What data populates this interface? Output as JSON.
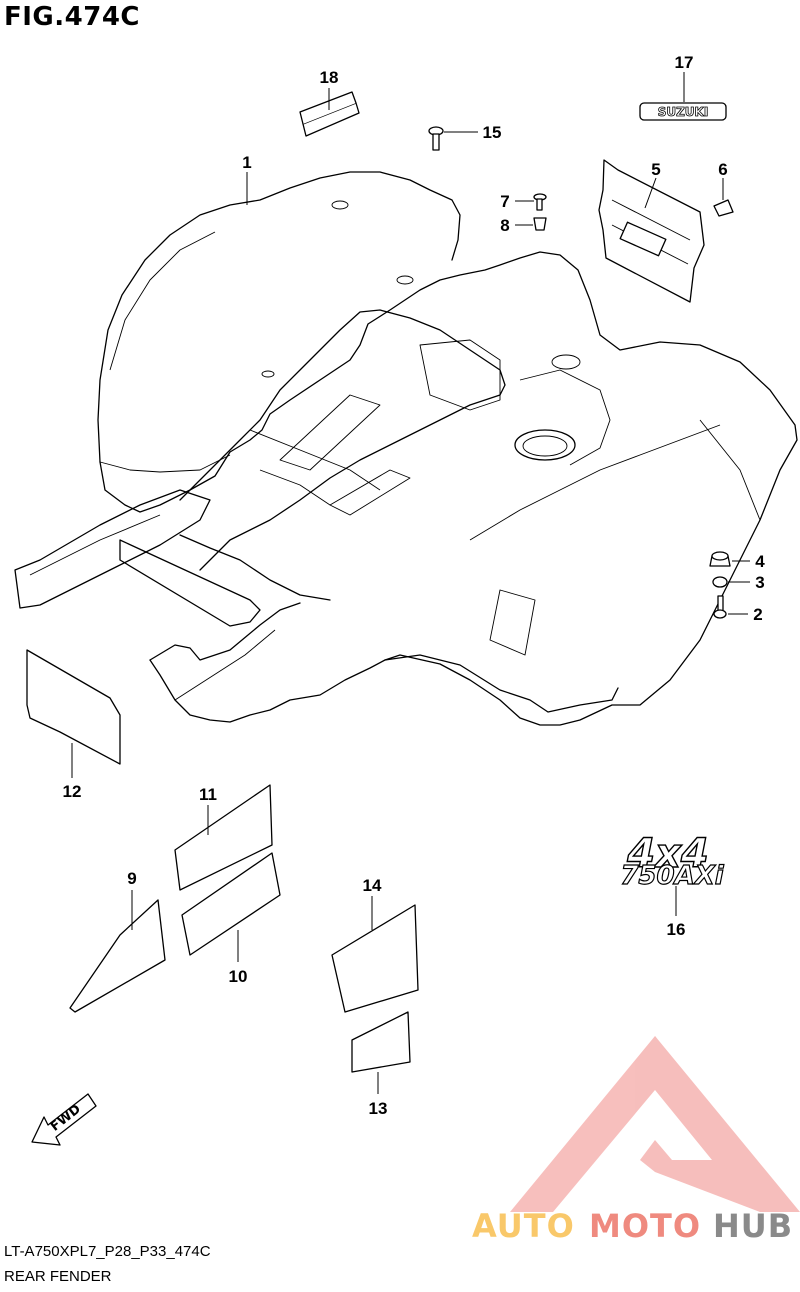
{
  "figure": {
    "title": "FIG.474C",
    "model_code": "LT-A750XPL7_P28_P33_474C",
    "section_name": "REAR FENDER"
  },
  "callouts": [
    {
      "id": "1",
      "part": "rear fender"
    },
    {
      "id": "2",
      "part": "bolt"
    },
    {
      "id": "3",
      "part": "washer"
    },
    {
      "id": "4",
      "part": "cushion"
    },
    {
      "id": "5",
      "part": "bracket"
    },
    {
      "id": "6",
      "part": "clip"
    },
    {
      "id": "7",
      "part": "screw"
    },
    {
      "id": "8",
      "part": "nut"
    },
    {
      "id": "9",
      "part": "sheet"
    },
    {
      "id": "10",
      "part": "sheet"
    },
    {
      "id": "11",
      "part": "sheet"
    },
    {
      "id": "12",
      "part": "sheet"
    },
    {
      "id": "13",
      "part": "sheet"
    },
    {
      "id": "14",
      "part": "sheet"
    },
    {
      "id": "15",
      "part": "screw"
    },
    {
      "id": "16",
      "part": "emblem"
    },
    {
      "id": "17",
      "part": "emblem"
    },
    {
      "id": "18",
      "part": "pad"
    }
  ],
  "emblems": {
    "brand": "SUZUKI",
    "model_top": "4x4",
    "model_bottom": "750AXi"
  },
  "fwd_arrow": "FWD",
  "watermark": {
    "part1": "AUTO",
    "part2": "MOTO",
    "part3": "HUB",
    "colors": {
      "auto": "#f9c86a",
      "moto": "#ef8a7f",
      "hub": "#8a8a8a"
    }
  }
}
